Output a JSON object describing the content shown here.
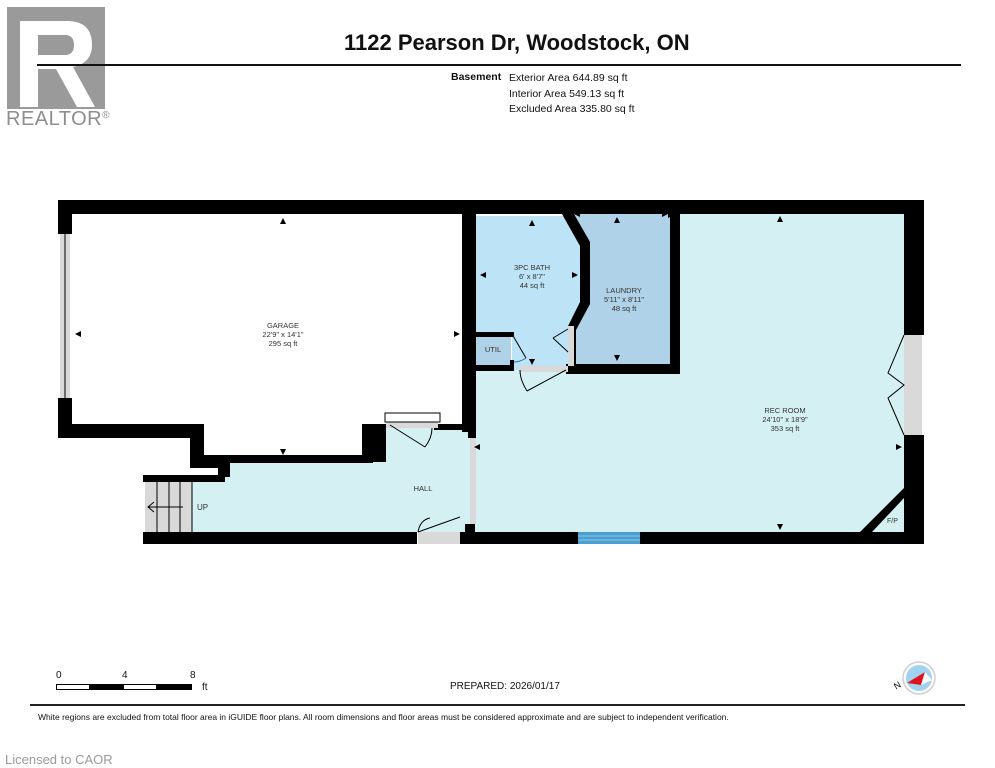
{
  "logo": {
    "brand_text": "REALTOR",
    "registered_mark": "®",
    "icon": "realtor-r-icon"
  },
  "header": {
    "title": "1122 Pearson Dr, Woodstock, ON",
    "level": "Basement",
    "areas": [
      {
        "label": "Exterior Area",
        "value": "644.89 sq ft"
      },
      {
        "label": "Interior Area",
        "value": "549.13 sq ft"
      },
      {
        "label": "Excluded Area",
        "value": "335.80 sq ft"
      }
    ],
    "exterior_area_text": "Exterior Area 644.89 sq ft",
    "interior_area_text": "Interior Area 549.13 sq ft",
    "excluded_area_text": "Excluded Area 335.80 sq ft"
  },
  "rooms": [
    {
      "name": "GARAGE",
      "dimensions": "22'9\" x 14'1\"",
      "area": "295 sq ft",
      "fill": "#ffffff"
    },
    {
      "name": "3PC BATH",
      "dimensions": "6' x 8'7\"",
      "area": "44 sq ft",
      "fill": "#bde3f6"
    },
    {
      "name": "LAUNDRY",
      "dimensions": "5'11\" x 8'11\"",
      "area": "48 sq ft",
      "fill": "#b0d2e8"
    },
    {
      "name": "UTIL",
      "dimensions": "",
      "area": "",
      "fill": "#b0d2e8"
    },
    {
      "name": "HALL",
      "dimensions": "",
      "area": "",
      "fill": "#d5f0f2"
    },
    {
      "name": "REC ROOM",
      "dimensions": "24'10\" x 18'9\"",
      "area": "353 sq ft",
      "fill": "#d5f0f2"
    }
  ],
  "annotations": {
    "stairs_label": "UP",
    "fireplace_label": "F/P"
  },
  "scale_bar": {
    "ticks": [
      "0",
      "4",
      "8"
    ],
    "unit": "ft"
  },
  "prepared": "PREPARED: 2026/01/17",
  "compass": {
    "icon": "north-compass-icon",
    "label": "N"
  },
  "footer": {
    "disclaimer": "White regions are excluded from total floor area in iGUIDE floor plans. All room dimensions and floor areas must be considered approximate and are subject to independent verification.",
    "license": "Licensed to CAOR"
  },
  "colors": {
    "wall": "#000000",
    "hall_rec": "#d5f0f2",
    "bath": "#bde3f6",
    "laundry": "#b0d2e8",
    "opening": "#d9d9d9",
    "window": "#4a9fd0",
    "compass_red": "#e0141e",
    "compass_blue": "#9fd3ef"
  }
}
